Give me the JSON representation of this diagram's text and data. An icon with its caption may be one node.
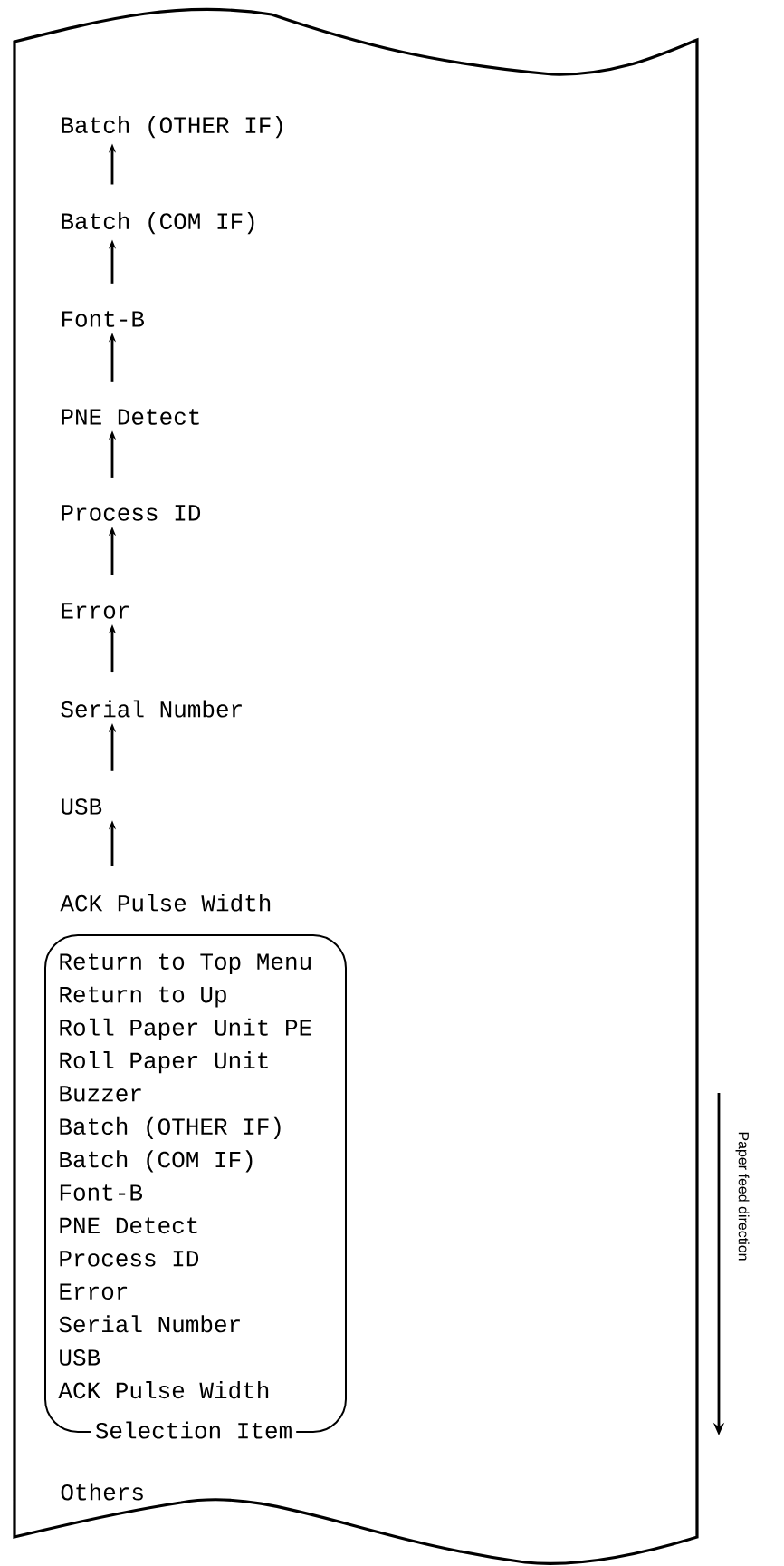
{
  "diagram": {
    "nodes": [
      {
        "text": [
          "Batch (OTHER IF)"
        ]
      },
      {
        "text": [
          "Batch (COM IF)"
        ]
      },
      {
        "text": [
          "Font-B"
        ]
      },
      {
        "text": [
          "PNE Detect"
        ]
      },
      {
        "text": [
          "Process ID"
        ]
      },
      {
        "text": [
          "Error"
        ]
      },
      {
        "text": [
          "Serial Number"
        ]
      },
      {
        "text": [
          "USB"
        ]
      },
      {
        "text": [
          "ACK Pulse Width"
        ]
      },
      {
        "text": [
          "Return to Top Menu",
          "Return to Up",
          "Roll Paper Unit PE",
          "Roll Paper Unit",
          "Buzzer",
          "Batch (OTHER IF)",
          "Batch (COM IF)",
          "Font-B",
          "PNE Detect",
          "Process ID",
          "Error",
          "Serial Number",
          "USB",
          "ACK Pulse Width",
          "Selection Item"
        ]
      },
      {
        "text": [
          "Others"
        ]
      }
    ],
    "edges": [
      {
        "from": 1,
        "to": 0,
        "arrow": "to"
      },
      {
        "from": 2,
        "to": 1,
        "arrow": "to"
      },
      {
        "from": 3,
        "to": 2,
        "arrow": "to"
      },
      {
        "from": 4,
        "to": 3,
        "arrow": "to"
      },
      {
        "from": 5,
        "to": 4,
        "arrow": "to"
      },
      {
        "from": 6,
        "to": 5,
        "arrow": "to"
      },
      {
        "from": 7,
        "to": 6,
        "arrow": "to"
      },
      {
        "from": 8,
        "to": 7,
        "arrow": "to"
      }
    ],
    "labels": [
      "Paper feed direction"
    ]
  }
}
